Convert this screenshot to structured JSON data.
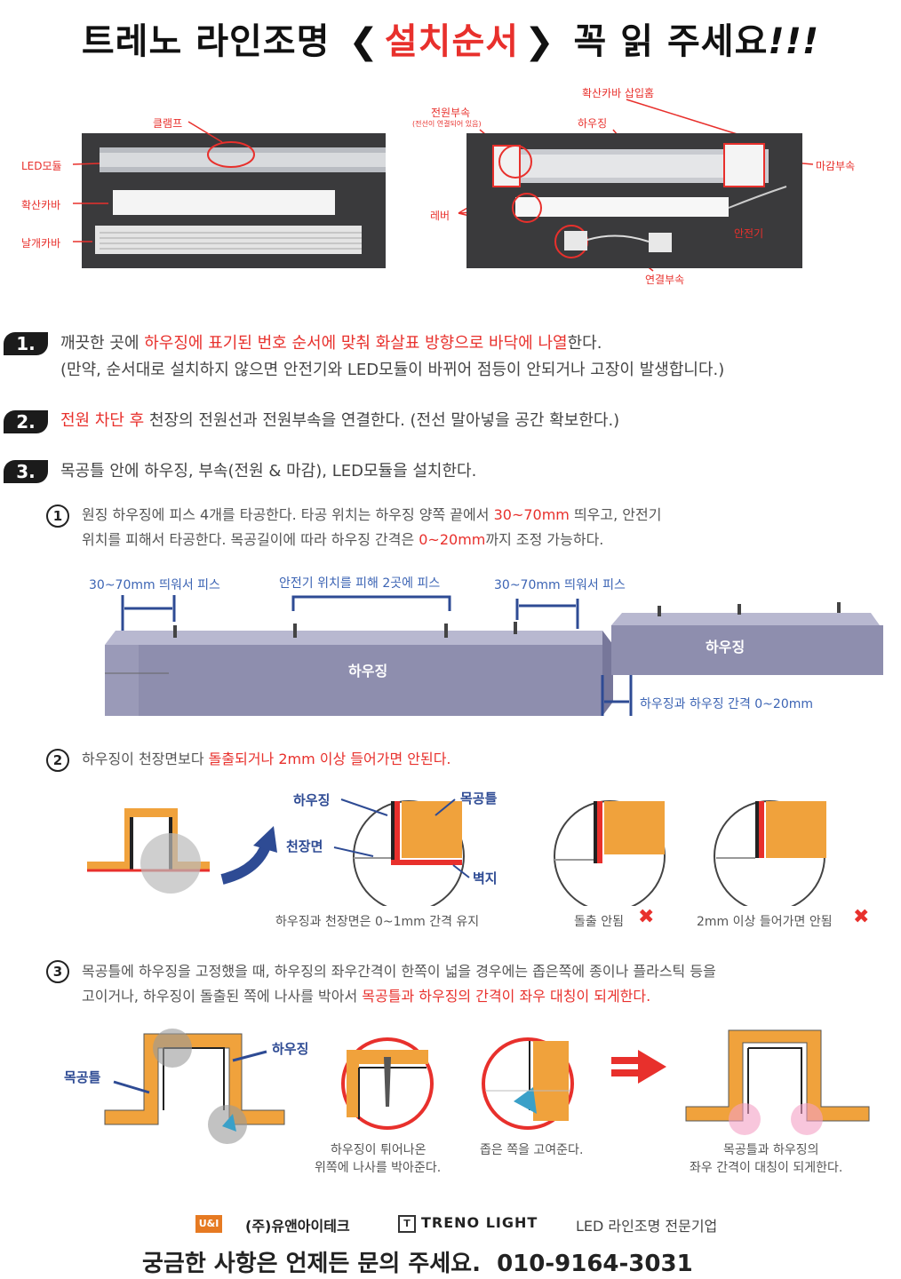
{
  "title": {
    "brand": "트레노 라인조명",
    "open_bracket": "❮",
    "highlight": "설치순서",
    "close_bracket": "❯",
    "tail": "꼭 읽 주세요",
    "exclaim": "!!!"
  },
  "photo_left": {
    "labels": {
      "clamp": "클램프",
      "led_module": "LED모듈",
      "diffuser": "확산카바",
      "wing_cover": "날개카바"
    }
  },
  "photo_right": {
    "labels": {
      "diffuser_slot": "확산카바 삽입홈",
      "power_part": "전원부속",
      "power_note": "(전선이 연결되어 있음)",
      "housing": "하우징",
      "end_part": "마감부속",
      "lever": "레버",
      "ballast": "안전기",
      "connector": "연결부속"
    }
  },
  "steps": [
    {
      "num": "1.",
      "pre": "깨끗한 곳에 ",
      "red": "하우징에 표기된 번호 순서에 맞춰 화살표 방향으로 바닥에 나열",
      "post": "한다.",
      "line2": "(만약, 순서대로 설치하지 않으면 안전기와 LED모듈이 바뀌어 점등이 안되거나 고장이 발생합니다.)"
    },
    {
      "num": "2.",
      "red": "전원 차단 후",
      "post": " 천장의 전원선과 전원부속을 연결한다. (전선 말아넣을 공간 확보한다.)"
    },
    {
      "num": "3.",
      "text": "목공틀 안에 하우징, 부속(전원 & 마감), LED모듈을 설치한다."
    }
  ],
  "sub1": {
    "num": "1",
    "l1a": "원징 하우징에 피스 4개를 타공한다. 타공 위치는 하우징 양쪽 끝에서 ",
    "l1red": "30~70mm",
    "l1b": " 띄우고, 안전기",
    "l2a": "위치를 피해서 타공한다. 목공길이에 따라 하우징 간격은 ",
    "l2red": "0~20mm",
    "l2b": "까지 조정 가능하다."
  },
  "diagram1": {
    "left_dim": "30~70mm 띄워서 피스",
    "mid_dim": "안전기 위치를 피해 2곳에 피스",
    "right_dim": "30~70mm 띄워서 피스",
    "housing_a": "하우징",
    "housing_b": "하우징",
    "gap": "하우징과 하우징 간격 0~20mm"
  },
  "sub2": {
    "num": "2",
    "pre": "하우징이 천장면보다 ",
    "red": "돌출되거나 2mm 이상 들어가면 안된다."
  },
  "diagram2": {
    "housing": "하우징",
    "frame": "목공틀",
    "ceiling": "천장면",
    "wall": "벽지",
    "ok_caption": "하우징과 천장면은 0~1mm 간격 유지",
    "bad1": "돌출 안됨",
    "bad2": "2mm 이상 들어가면 안됨",
    "x_mark": "✖"
  },
  "sub3": {
    "num": "3",
    "l1": "목공틀에 하우징을 고정했을 때, 하우징의 좌우간격이 한쪽이 넓을 경우에는 좁은쪽에 종이나 플라스틱 등을",
    "l2a": "고이거나, 하우징이 돌출된 쪽에 나사를 박아서 ",
    "l2red": "목공틀과 하우징의 간격이 좌우 대칭이 되게한다."
  },
  "diagram3": {
    "frame": "목공틀",
    "housing": "하우징",
    "cap1a": "하우징이 튀어나온",
    "cap1b": "위쪽에 나사를 박아준다.",
    "cap2": "좁은 쪽을 고여준다.",
    "cap3a": "목공틀과 하우징의",
    "cap3b": "좌우 간격이 대칭이 되게한다."
  },
  "footer": {
    "company": "(주)유앤아이테크",
    "brand": "TRENO LIGHT",
    "tagline": "LED 라인조명 전문기업",
    "contact_label": "궁금한 사항은 언제든 문의 주세요.",
    "phone": "010-9164-3031"
  },
  "colors": {
    "accent_red": "#e8302c",
    "accent_blue": "#2e4b94",
    "frame_orange": "#f0a23c",
    "housing_purple": "#8e8eae"
  }
}
